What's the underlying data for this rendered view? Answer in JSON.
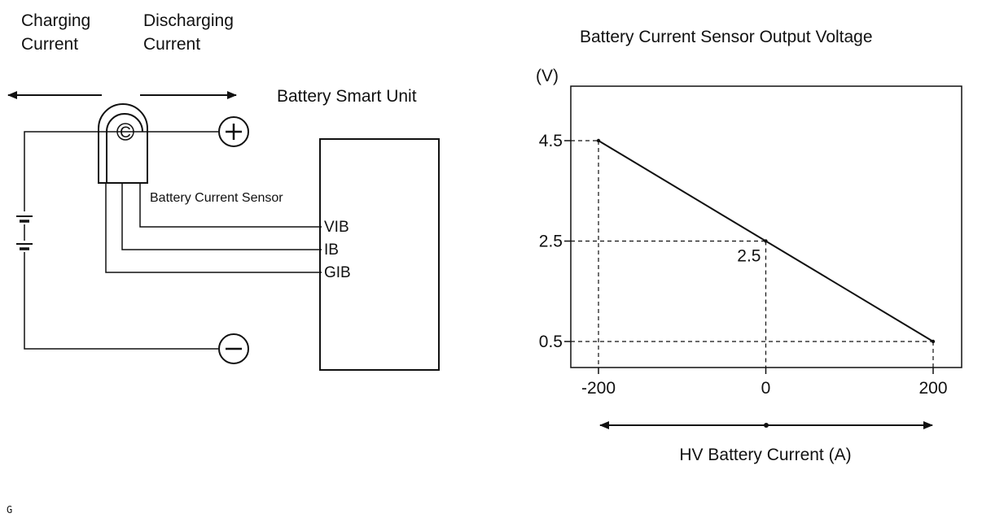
{
  "circuit": {
    "charging_label_line1": "Charging",
    "charging_label_line2": "Current",
    "discharging_label_line1": "Discharging",
    "discharging_label_line2": "Current",
    "unit_label": "Battery Smart Unit",
    "sensor_label": "Battery Current Sensor",
    "sensor_symbol": "C",
    "terminals": [
      "VIB",
      "IB",
      "GIB"
    ],
    "plus_symbol": "+",
    "minus_symbol": "−"
  },
  "chart_data": {
    "type": "line",
    "title": "Battery Current Sensor Output Voltage",
    "xlabel": "HV Battery Current (A)",
    "ylabel": "(V)",
    "xlim": [
      -220,
      230
    ],
    "ylim": [
      0,
      5.5
    ],
    "x_ticks": [
      -200,
      0,
      200
    ],
    "x_tick_labels": [
      "-200",
      "0",
      "200"
    ],
    "y_ticks": [
      4.5,
      2.5,
      0.5
    ],
    "y_tick_labels": [
      "4.5",
      "2.5",
      "0.5"
    ],
    "series": [
      {
        "x": [
          -200,
          0,
          200
        ],
        "y": [
          4.5,
          2.5,
          0.5
        ]
      }
    ],
    "annotations": [
      {
        "x": 0,
        "y": 2.5,
        "text": "2.5"
      }
    ],
    "grid": false
  },
  "footer": {
    "code": "G"
  }
}
